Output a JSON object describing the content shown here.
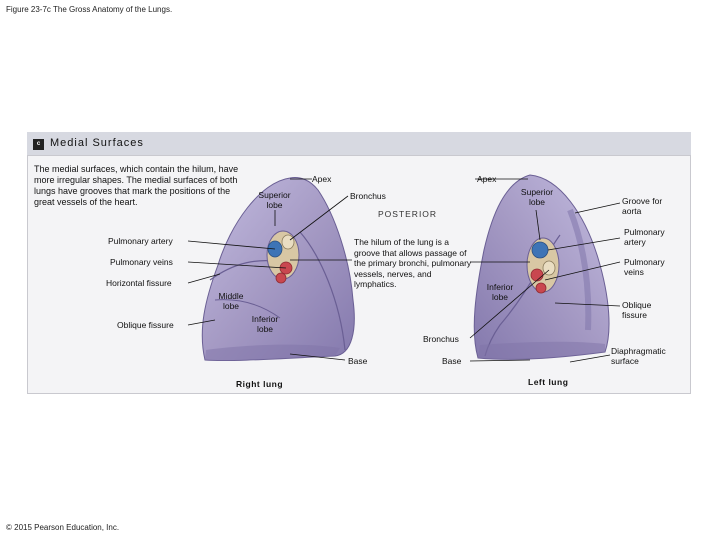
{
  "figure_title": "Figure 23-7c The Gross Anatomy of the Lungs.",
  "panel": {
    "badge": "c",
    "title": "Medial Surfaces",
    "description": "The medial surfaces, which contain the hilum, have more irregular shapes. The medial surfaces of both lungs have grooves that mark the positions of the great vessels of the heart.",
    "posterior_label": "POSTERIOR",
    "hilum_text": "The hilum of the lung is a groove that allows passage of the primary bronchi, pulmonary vessels, nerves, and lymphatics."
  },
  "right_lung": {
    "caption": "Right lung",
    "labels": {
      "apex": "Apex",
      "superior_lobe": "Superior lobe",
      "pulmonary_artery": "Pulmonary artery",
      "pulmonary_veins": "Pulmonary veins",
      "horizontal_fissure": "Horizontal fissure",
      "middle_lobe": "Middle lobe",
      "oblique_fissure": "Oblique fissure",
      "inferior_lobe": "Inferior lobe",
      "base": "Base",
      "bronchus": "Bronchus"
    }
  },
  "left_lung": {
    "caption": "Left lung",
    "labels": {
      "apex": "Apex",
      "superior_lobe": "Superior lobe",
      "groove_for_aorta": "Groove for aorta",
      "pulmonary_artery": "Pulmonary artery",
      "pulmonary_veins": "Pulmonary veins",
      "inferior_lobe": "Inferior lobe",
      "oblique_fissure": "Oblique fissure",
      "bronchus": "Bronchus",
      "base": "Base",
      "diaphragmatic_surface": "Diaphragmatic surface"
    }
  },
  "colors": {
    "lung_fill": "#a59ac4",
    "lung_shadow": "#7f73a8",
    "artery_blue": "#3d74b6",
    "vein_red": "#c9474f",
    "bronchus_tan": "#d8c7a4"
  },
  "copyright": "© 2015 Pearson Education, Inc."
}
